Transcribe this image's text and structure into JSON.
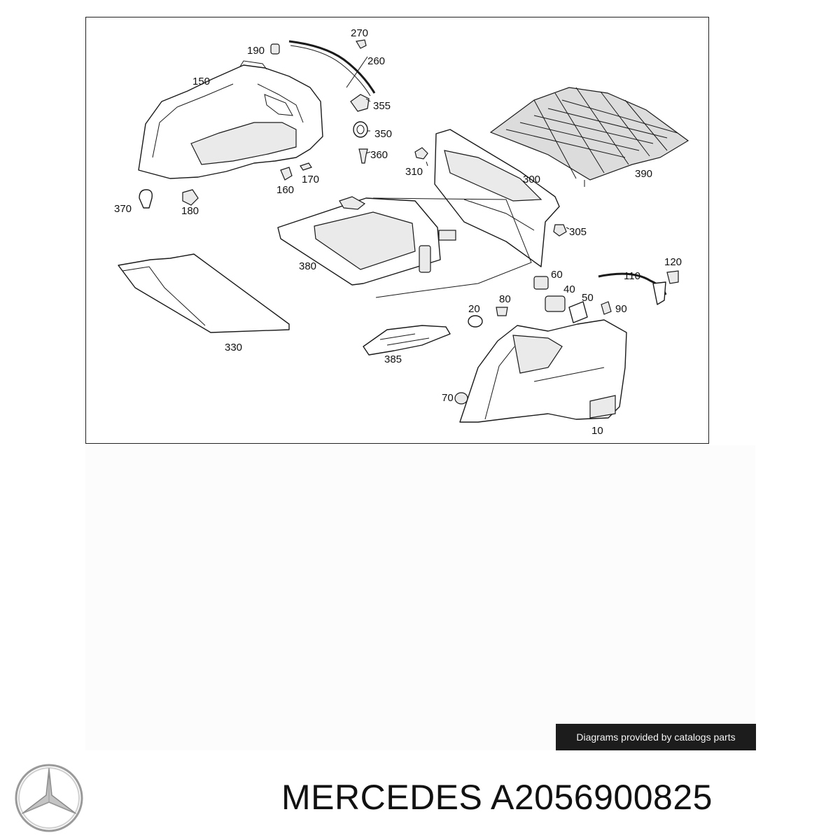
{
  "callouts": [
    "270",
    "190",
    "260",
    "150",
    "355",
    "350",
    "360",
    "310",
    "300",
    "390",
    "160",
    "170",
    "370",
    "180",
    "305",
    "380",
    "330",
    "60",
    "120",
    "110",
    "40",
    "80",
    "20",
    "50",
    "90",
    "385",
    "70",
    "10"
  ],
  "credit_text": "Diagrams provided by catalogs parts",
  "brand": "MERCEDES",
  "part_number": "A2056900825",
  "logo_icon": "mercedes-star-icon"
}
